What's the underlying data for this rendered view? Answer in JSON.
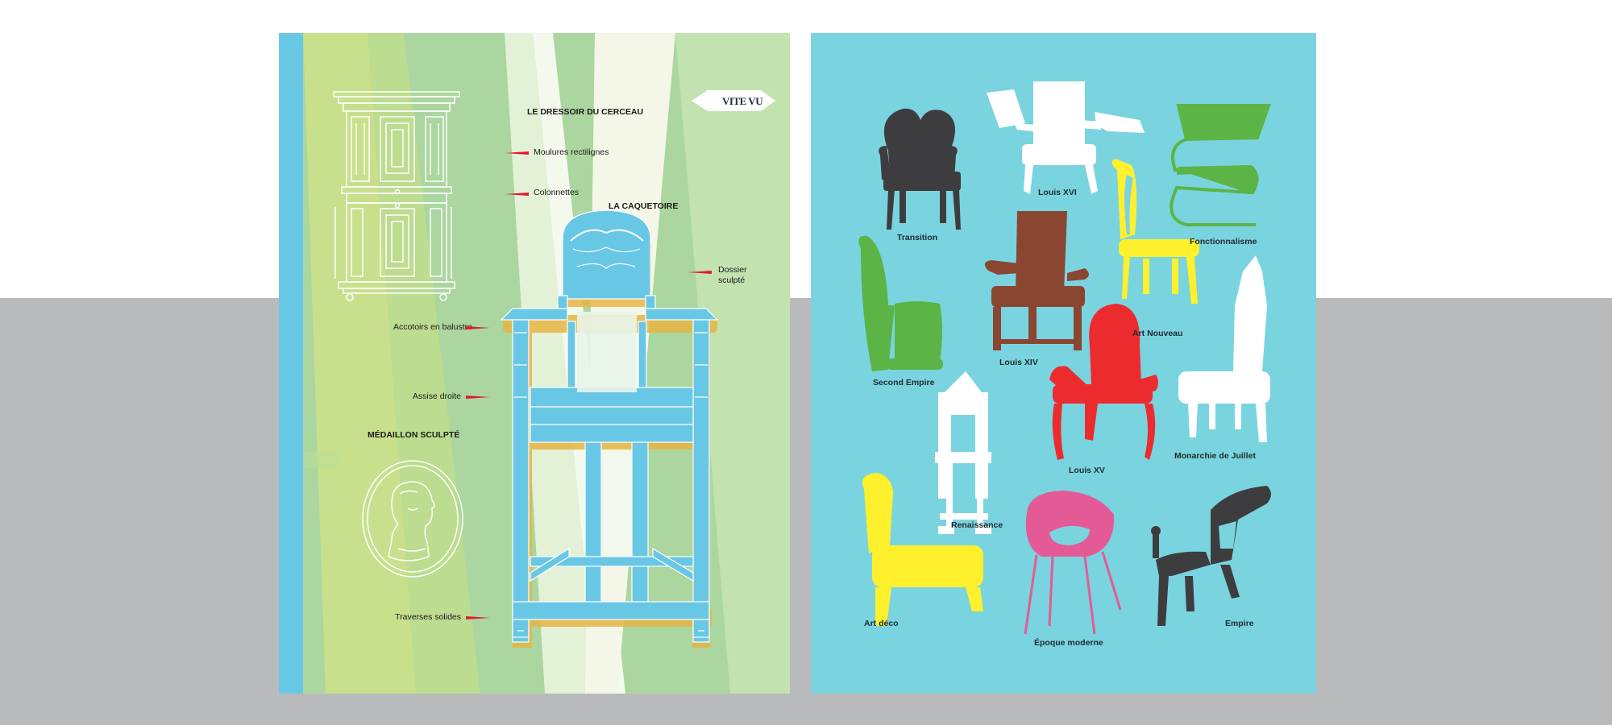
{
  "left_page": {
    "badge": "VITE VU",
    "title_dressoir": "LE DRESSOIR DU CERCEAU",
    "moulures": "Moulures rectilignes",
    "colonnettes": "Colonnettes",
    "title_caquetoire": "LA CAQUETOIRE",
    "dossier_line1": "Dossier",
    "dossier_line2": "sculpté",
    "accotoirs": "Accotoirs en balustre",
    "assise": "Assise droite",
    "medaillon": "MÉDAILLON SCULPTÉ",
    "traverses": "Traverses solides"
  },
  "right_page": {
    "chairs": [
      {
        "label": "Transition",
        "color": "#3d3d3f"
      },
      {
        "label": "Louis XVI",
        "color": "#ffffff"
      },
      {
        "label": "Fonctionnalisme",
        "color": "#5cb446"
      },
      {
        "label": "Second Empire",
        "color": "#5cb446"
      },
      {
        "label": "Louis XIV",
        "color": "#8a4631"
      },
      {
        "label": "Art Nouveau",
        "color": "#fff02e"
      },
      {
        "label": "Monarchie de Juillet",
        "color": "#ffffff"
      },
      {
        "label": "Louis XV",
        "color": "#ec2b2f"
      },
      {
        "label": "Renaissance",
        "color": "#ffffff"
      },
      {
        "label": "Art déco",
        "color": "#fff02e"
      },
      {
        "label": "Époque moderne",
        "color": "#e45a97"
      },
      {
        "label": "Empire",
        "color": "#3d3d3f"
      }
    ]
  },
  "colors": {
    "left_green": "#abd69f",
    "left_stripe_blue": "#69c7e6",
    "chair_blue": "#69c7e6",
    "arrow_red": "#e1192f",
    "right_bg": "#7ad4df",
    "gray_band": "#b9babc"
  }
}
